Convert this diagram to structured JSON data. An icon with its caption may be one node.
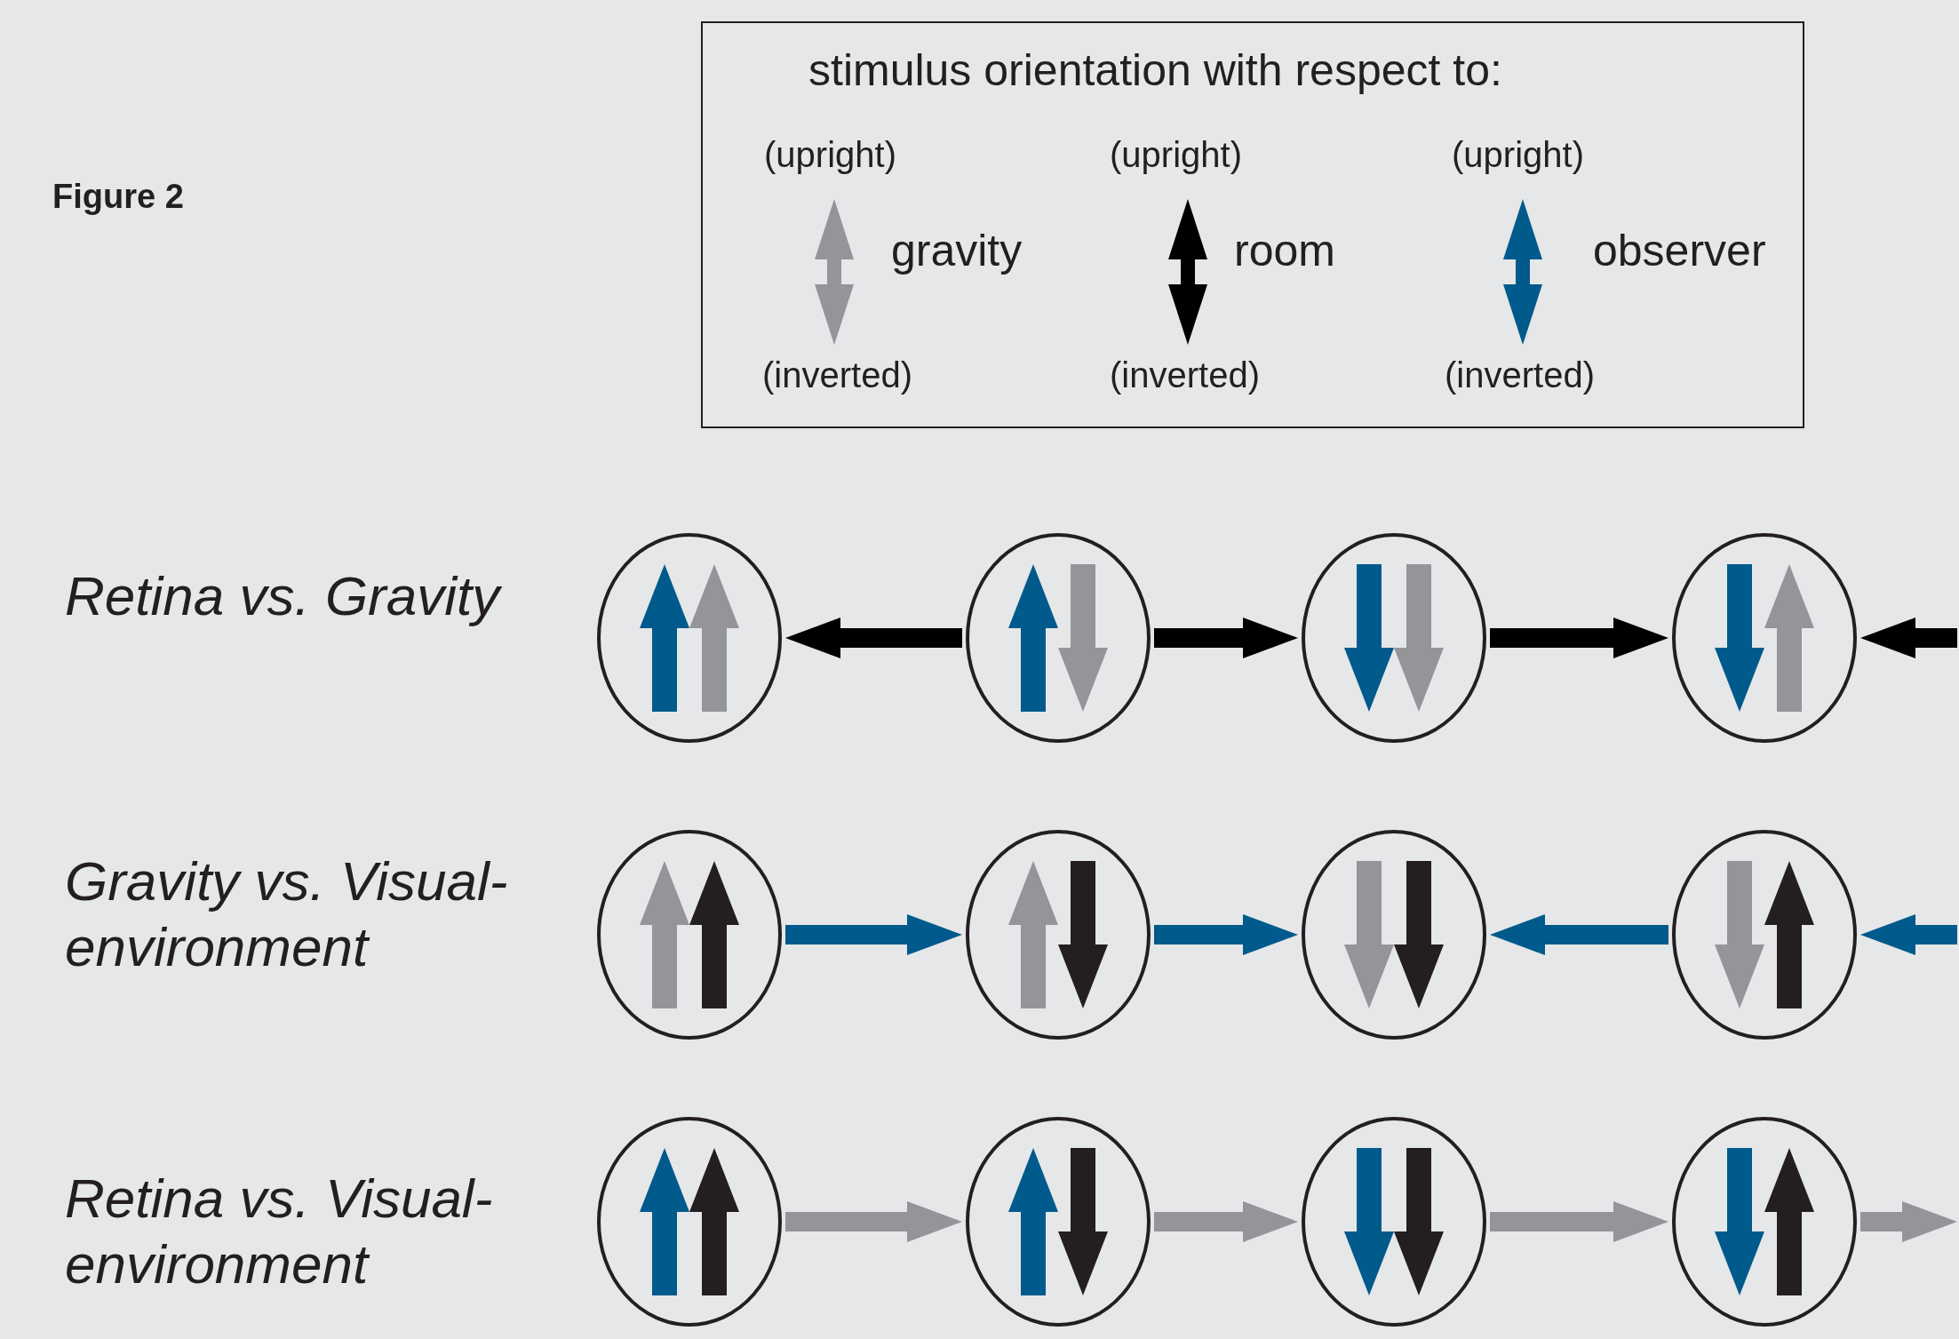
{
  "diagram": {
    "title": "Figure 2",
    "nodes": [
      {
        "text": [],
        "shape": "circle"
      },
      {
        "text": [],
        "shape": "circle"
      },
      {
        "text": [],
        "shape": "circle"
      },
      {
        "text": [],
        "shape": "circle"
      },
      {
        "text": [],
        "shape": "circle"
      },
      {
        "text": [],
        "shape": "circle"
      },
      {
        "text": [],
        "shape": "circle"
      },
      {
        "text": [],
        "shape": "circle"
      },
      {
        "text": [],
        "shape": "circle"
      },
      {
        "text": [],
        "shape": "circle"
      },
      {
        "text": [],
        "shape": "circle"
      },
      {
        "text": [],
        "shape": "circle"
      }
    ],
    "edges": [
      {
        "from": 1,
        "to": 0,
        "arrow": "to",
        "color": "#000000"
      },
      {
        "from": 1,
        "to": 2,
        "arrow": "to",
        "color": "#000000"
      },
      {
        "from": 2,
        "to": 3,
        "arrow": "to",
        "color": "#000000"
      },
      {
        "from": null,
        "to": 3,
        "arrow": "to",
        "color": "#000000"
      },
      {
        "from": 4,
        "to": 5,
        "arrow": "to",
        "color": "#005a8c"
      },
      {
        "from": 5,
        "to": 6,
        "arrow": "to",
        "color": "#005a8c"
      },
      {
        "from": 7,
        "to": 6,
        "arrow": "to",
        "color": "#005a8c"
      },
      {
        "from": null,
        "to": 7,
        "arrow": "to",
        "color": "#005a8c"
      },
      {
        "from": 8,
        "to": 9,
        "arrow": "to",
        "color": "#939598"
      },
      {
        "from": 9,
        "to": 10,
        "arrow": "to",
        "color": "#939598"
      },
      {
        "from": 10,
        "to": 11,
        "arrow": "to",
        "color": "#939598"
      },
      {
        "from": 11,
        "to": null,
        "arrow": "to",
        "color": "#939598"
      }
    ],
    "labels": [
      "stimulus orientation with respect to:",
      "(upright)",
      "(upright)",
      "(upright)",
      "(inverted)",
      "(inverted)",
      "(inverted)",
      "Retina vs. Gravity",
      "Gravity vs. Visual-environment",
      "Retina vs. Visual-environment"
    ],
    "legend": [
      {
        "text": "gravity",
        "color": "#939598"
      },
      {
        "text": "room",
        "color": "#000000"
      },
      {
        "text": "observer",
        "color": "#005a8c"
      }
    ]
  }
}
